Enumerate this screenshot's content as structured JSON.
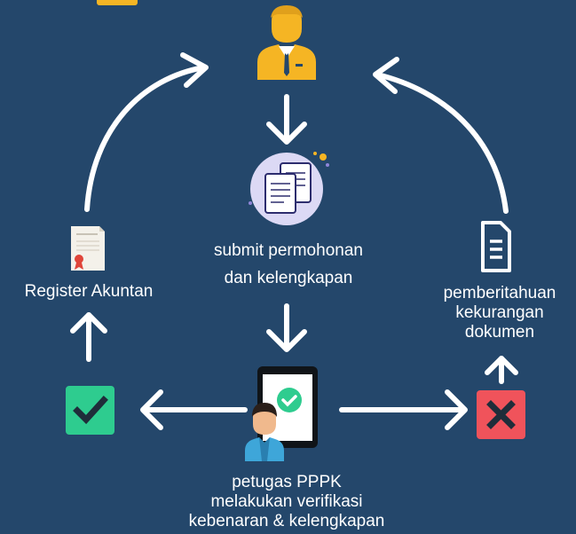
{
  "nodes": {
    "register": {
      "label": "Register Akuntan"
    },
    "submit": {
      "line1": "submit permohonan",
      "line2": "dan kelengkapan"
    },
    "notify": {
      "line1": "pemberitahuan",
      "line2": "kekurangan",
      "line3": "dokumen"
    },
    "verify": {
      "line1": "petugas PPPK",
      "line2": "melakukan verifikasi",
      "line3": "kebenaran & kelengkapan"
    }
  },
  "colors": {
    "background": "#24476b",
    "arrow": "#ffffff",
    "user_icon": "#f5b524",
    "approve": "#2ecc8f",
    "reject": "#f0535b",
    "document_circle": "#dcd9f5",
    "tablet": "#101418"
  },
  "icons": [
    "top-box-icon",
    "user-icon",
    "documents-icon",
    "certificate-icon",
    "document-icon",
    "checkbox-icon",
    "cross-icon",
    "tablet-check-icon",
    "officer-icon"
  ]
}
